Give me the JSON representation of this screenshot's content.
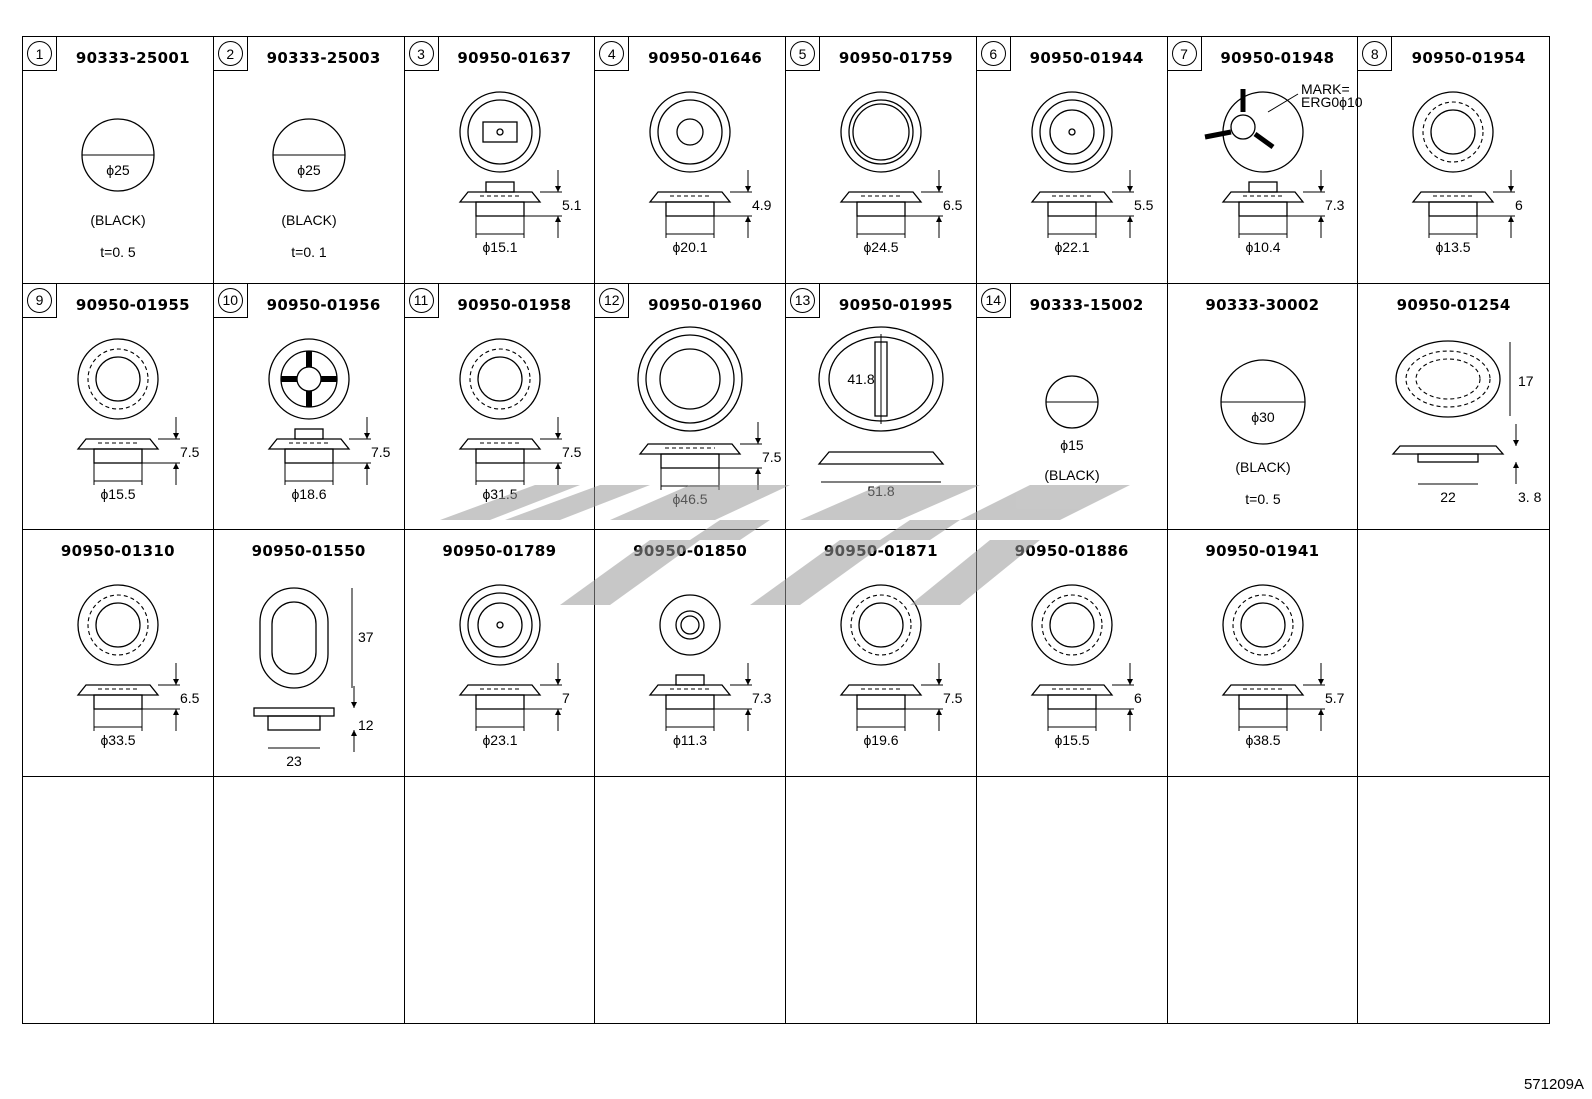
{
  "figure_code": "571209A",
  "cells": [
    {
      "num": "1",
      "part": "90333-25001",
      "shape": "disc",
      "d": "ϕ25",
      "note1": "(BLACK)",
      "note2": "t=0. 5"
    },
    {
      "num": "2",
      "part": "90333-25003",
      "shape": "disc",
      "d": "ϕ25",
      "note1": "(BLACK)",
      "note2": "t=0. 1"
    },
    {
      "num": "3",
      "part": "90950-01637",
      "shape": "grommet",
      "top": "slot",
      "d": "ϕ15.1",
      "h": "5.1"
    },
    {
      "num": "4",
      "part": "90950-01646",
      "shape": "grommet",
      "top": "hole",
      "d": "ϕ20.1",
      "h": "4.9"
    },
    {
      "num": "5",
      "part": "90950-01759",
      "shape": "grommet",
      "top": "rings",
      "d": "ϕ24.5",
      "h": "6.5"
    },
    {
      "num": "6",
      "part": "90950-01944",
      "shape": "grommet",
      "top": "pin",
      "d": "ϕ22.1",
      "h": "5.5"
    },
    {
      "num": "7",
      "part": "90950-01948",
      "shape": "grommet",
      "top": "mark",
      "d": "ϕ10.4",
      "h": "7.3",
      "mark1": "MARK=",
      "mark2": "ERG0ϕ10"
    },
    {
      "num": "8",
      "part": "90950-01954",
      "shape": "grommet",
      "top": "dashed",
      "d": "ϕ13.5",
      "h": "6"
    },
    {
      "num": "9",
      "part": "90950-01955",
      "shape": "grommet",
      "top": "dashed",
      "d": "ϕ15.5",
      "h": "7.5"
    },
    {
      "num": "10",
      "part": "90950-01956",
      "shape": "grommet",
      "top": "cross",
      "d": "ϕ18.6",
      "h": "7.5"
    },
    {
      "num": "11",
      "part": "90950-01958",
      "shape": "grommet",
      "top": "dashed",
      "d": "ϕ31.5",
      "h": "7.5"
    },
    {
      "num": "12",
      "part": "90950-01960",
      "shape": "grommet",
      "top": "big",
      "d": "ϕ46.5",
      "h": "7.5"
    },
    {
      "num": "13",
      "part": "90950-01995",
      "shape": "oval13",
      "d": "41.8",
      "w": "51.8"
    },
    {
      "num": "14",
      "part": "90333-15002",
      "shape": "disc",
      "d": "ϕ15",
      "note1": "(BLACK)",
      "note2": ""
    },
    {
      "num": "",
      "part": "90333-30002",
      "shape": "disc",
      "d": "ϕ30",
      "note1": "(BLACK)",
      "note2": "t=0. 5"
    },
    {
      "num": "",
      "part": "90950-01254",
      "shape": "ovalplug",
      "side": "17",
      "w": "22",
      "h": "3. 8"
    },
    {
      "num": "",
      "part": "90950-01310",
      "shape": "grommet",
      "top": "dashed",
      "d": "ϕ33.5",
      "h": "6.5"
    },
    {
      "num": "",
      "part": "90950-01550",
      "shape": "slotplug",
      "side": "37",
      "w": "23",
      "h": "12"
    },
    {
      "num": "",
      "part": "90950-01789",
      "shape": "grommet",
      "top": "pin",
      "d": "ϕ23.1",
      "h": "7"
    },
    {
      "num": "",
      "part": "90950-01850",
      "shape": "grommet",
      "top": "small",
      "d": "ϕ11.3",
      "h": "7.3"
    },
    {
      "num": "",
      "part": "90950-01871",
      "shape": "grommet",
      "top": "dashed",
      "d": "ϕ19.6",
      "h": "7.5"
    },
    {
      "num": "",
      "part": "90950-01886",
      "shape": "grommet",
      "top": "dashed",
      "d": "ϕ15.5",
      "h": "6"
    },
    {
      "num": "",
      "part": "90950-01941",
      "shape": "grommet",
      "top": "dashed",
      "d": "ϕ38.5",
      "h": "5.7"
    },
    {
      "num": "",
      "part": "",
      "shape": "empty"
    },
    {
      "num": "",
      "part": "",
      "shape": "empty"
    },
    {
      "num": "",
      "part": "",
      "shape": "empty"
    },
    {
      "num": "",
      "part": "",
      "shape": "empty"
    },
    {
      "num": "",
      "part": "",
      "shape": "empty"
    },
    {
      "num": "",
      "part": "",
      "shape": "empty"
    },
    {
      "num": "",
      "part": "",
      "shape": "empty"
    },
    {
      "num": "",
      "part": "",
      "shape": "empty"
    },
    {
      "num": "",
      "part": "",
      "shape": "empty"
    }
  ]
}
